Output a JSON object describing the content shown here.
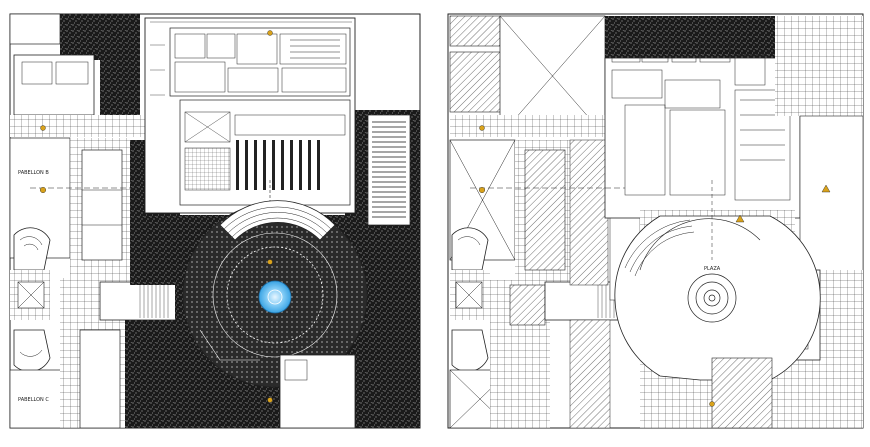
{
  "drawing": {
    "left_plan": {
      "labels": [
        "PABELLON B",
        "PABELLON C"
      ],
      "fountain_color": "#58b8ee"
    },
    "right_plan": {
      "labels": [
        "PLAZA"
      ]
    },
    "colors": {
      "line": "#222222",
      "speckle": "#111111",
      "background": "#ffffff",
      "marker": "#d9a21b"
    }
  }
}
